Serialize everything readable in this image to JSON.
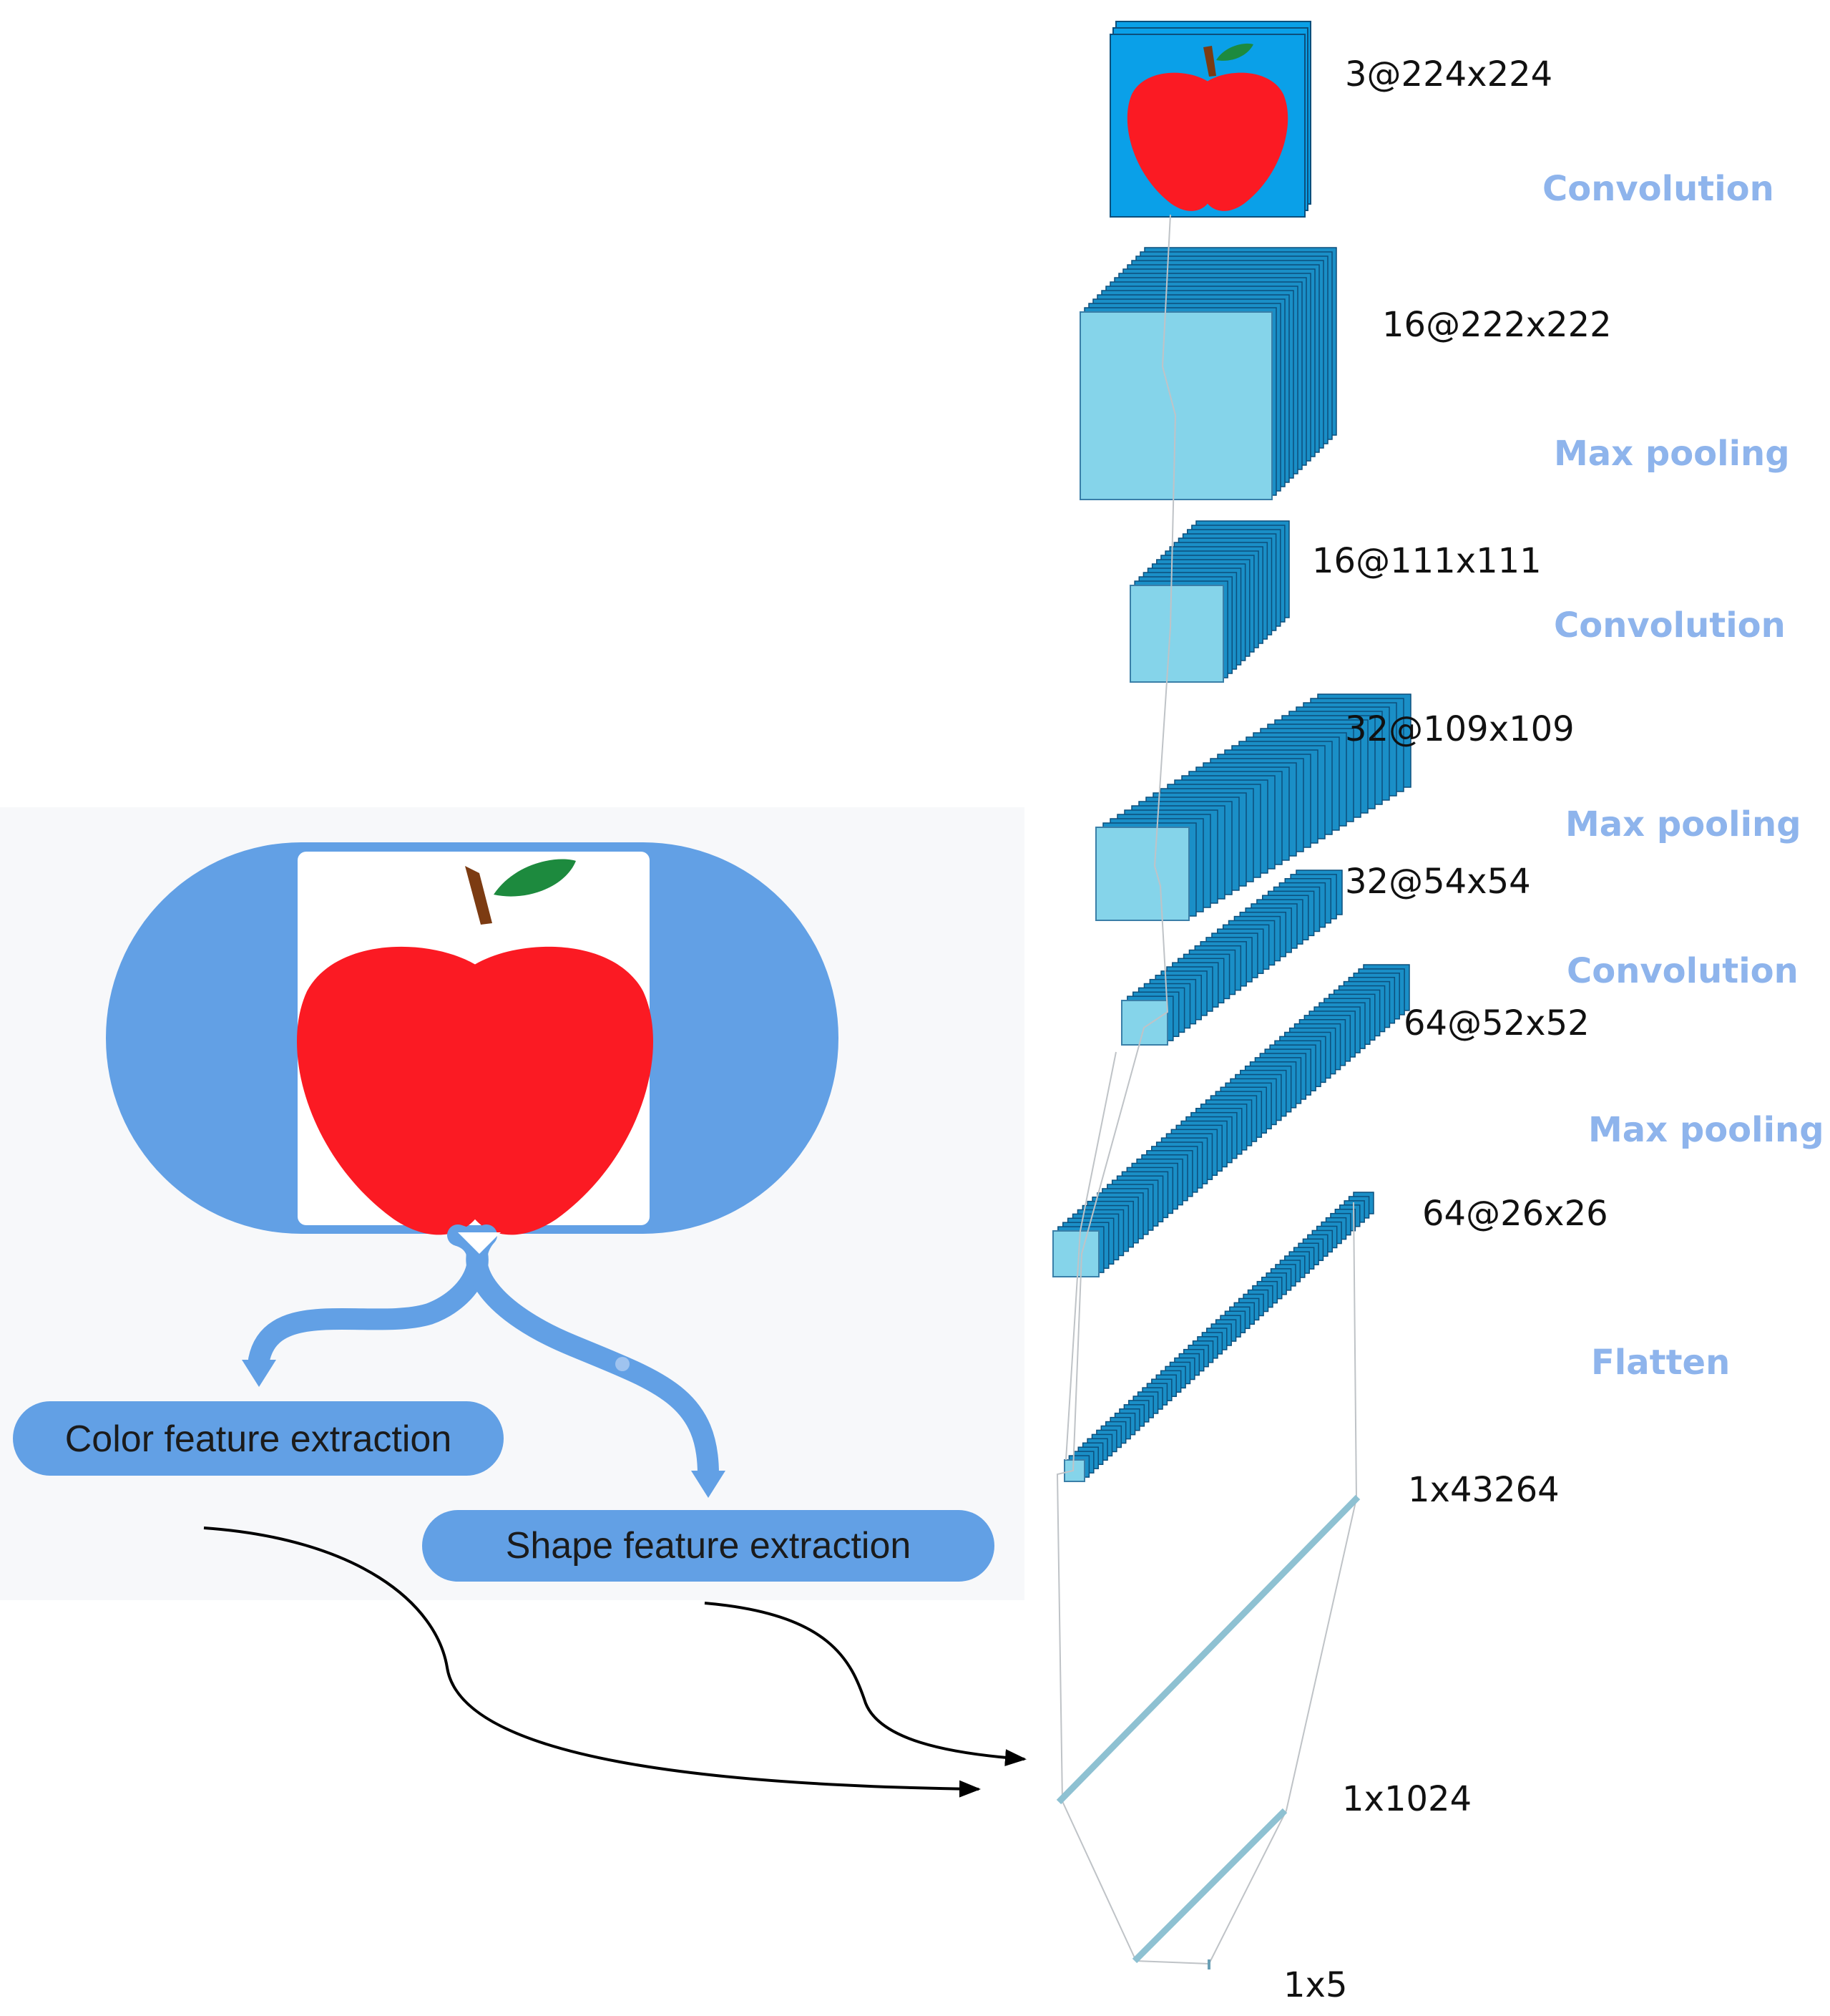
{
  "colors": {
    "layer_face": "#85d4ea",
    "layer_side": "#1a8fc7",
    "layer_edge": "#0c4f7c",
    "op_label": "#8eb4ec",
    "feature_blue": "#62a0e5",
    "feature_panel": "#f7f8fa",
    "input_bg": "#0aa0e8",
    "apple_red": "#fb1a23",
    "leaf_green": "#1d8a3e",
    "stem_brown": "#7c3b12",
    "flatten_bar": "#8ec1d2"
  },
  "layers": [
    {
      "id": "input",
      "label": "3@224x224",
      "icon": "apple-icon"
    },
    {
      "id": "conv1",
      "label": "16@222x222"
    },
    {
      "id": "pool1",
      "label": "16@111x111"
    },
    {
      "id": "conv2",
      "label": "32@109x109"
    },
    {
      "id": "pool2",
      "label": "32@54x54"
    },
    {
      "id": "conv3",
      "label": "64@52x52"
    },
    {
      "id": "pool3",
      "label": "64@26x26"
    },
    {
      "id": "flatten",
      "label": "1x43264"
    },
    {
      "id": "dense",
      "label": "1x1024"
    },
    {
      "id": "output",
      "label": "1x5"
    }
  ],
  "operations": [
    "Convolution",
    "Max pooling",
    "Convolution",
    "Max pooling",
    "Convolution",
    "Max pooling",
    "Flatten"
  ],
  "features": {
    "color_label": "Color feature extraction",
    "shape_label": "Shape feature extraction",
    "icon": "apple-icon"
  }
}
